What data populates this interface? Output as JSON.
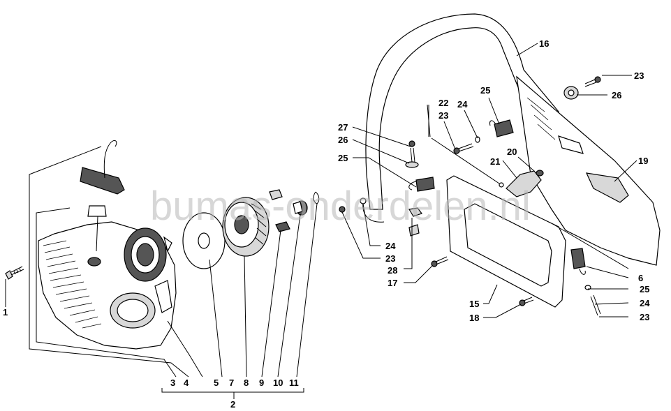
{
  "watermark": "bumas-onderdelen.nl",
  "labels": {
    "l1": "1",
    "l2": "2",
    "l3": "3",
    "l4": "4",
    "l5": "5",
    "l7": "7",
    "l8": "8",
    "l9": "9",
    "l10": "10",
    "l11": "11",
    "l6": "6",
    "l15": "15",
    "l16": "16",
    "l17": "17",
    "l18": "18",
    "l19": "19",
    "l20": "20",
    "l21": "21",
    "l22": "22",
    "l23a": "23",
    "l23b": "23",
    "l23c": "23",
    "l23d": "23",
    "l24a": "24",
    "l24b": "24",
    "l24c": "24",
    "l25a": "25",
    "l25b": "25",
    "l25c": "25",
    "l26a": "26",
    "l26b": "26",
    "l27": "27",
    "l28": "28"
  },
  "colors": {
    "line": "#000000",
    "fill": "#ffffff",
    "shade": "#d8d8d8",
    "dark": "#555555",
    "watermark": "#b8b8b8"
  }
}
